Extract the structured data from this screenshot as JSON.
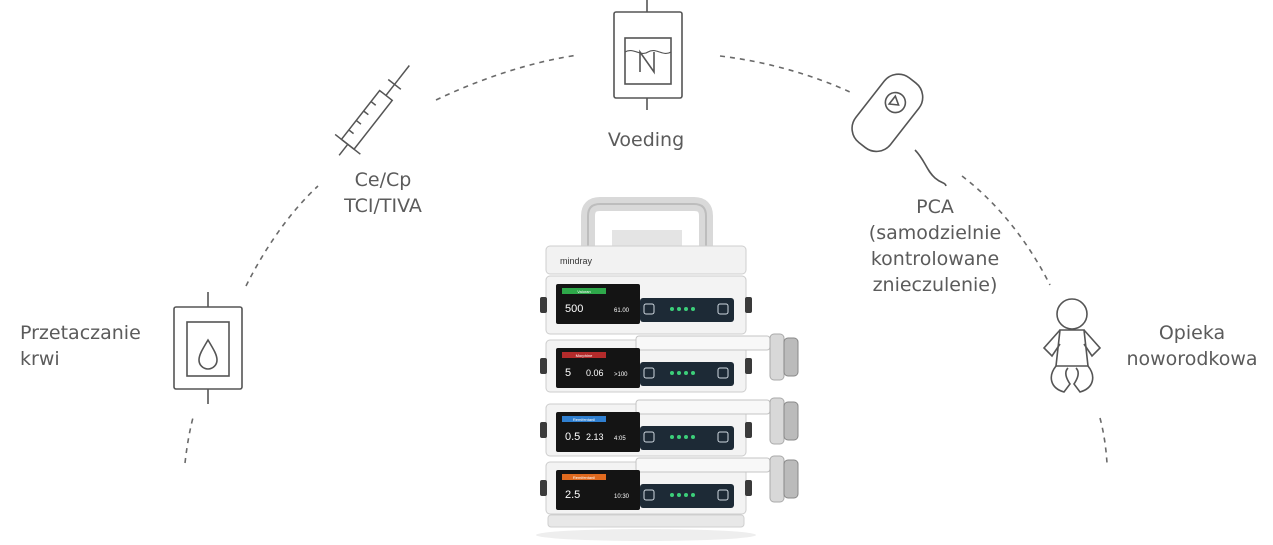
{
  "labels": {
    "blood": [
      "Przetaczanie",
      "krwi"
    ],
    "tci": [
      "Ce/Cp",
      "TCI/TIVA"
    ],
    "feeding": [
      "Voeding"
    ],
    "pca": [
      "PCA",
      "(samodzielnie",
      "kontrolowane",
      "znieczulenie)"
    ],
    "neonatal": [
      "Opieka",
      "noworodkowa"
    ]
  },
  "icons": {
    "blood": "blood-bag-icon",
    "tci": "syringe-icon",
    "feeding": "nutrition-bag-icon",
    "pca": "pca-handset-icon",
    "neonatal": "baby-icon"
  },
  "device": {
    "brand": "mindray",
    "pumps": [
      {
        "drug": "Valoran",
        "drug_color": "#2ea84a",
        "big": "500",
        "sub": "",
        "rate": "61.00"
      },
      {
        "drug": "Morphine",
        "drug_color": "#b32b2b",
        "big": "5",
        "sub": "0.06",
        "rate": ">100"
      },
      {
        "drug": "Remifentanil",
        "drug_color": "#2f7fd0",
        "big": "0.5",
        "sub": "2.13",
        "rate": "4:05"
      },
      {
        "drug": "Remifentanil",
        "drug_color": "#e06a1f",
        "big": "2.5",
        "sub": "",
        "rate": "10:30"
      }
    ]
  },
  "colors": {
    "line": "#6a6a6a",
    "text": "#5b5b5b",
    "icon": "#555555"
  }
}
